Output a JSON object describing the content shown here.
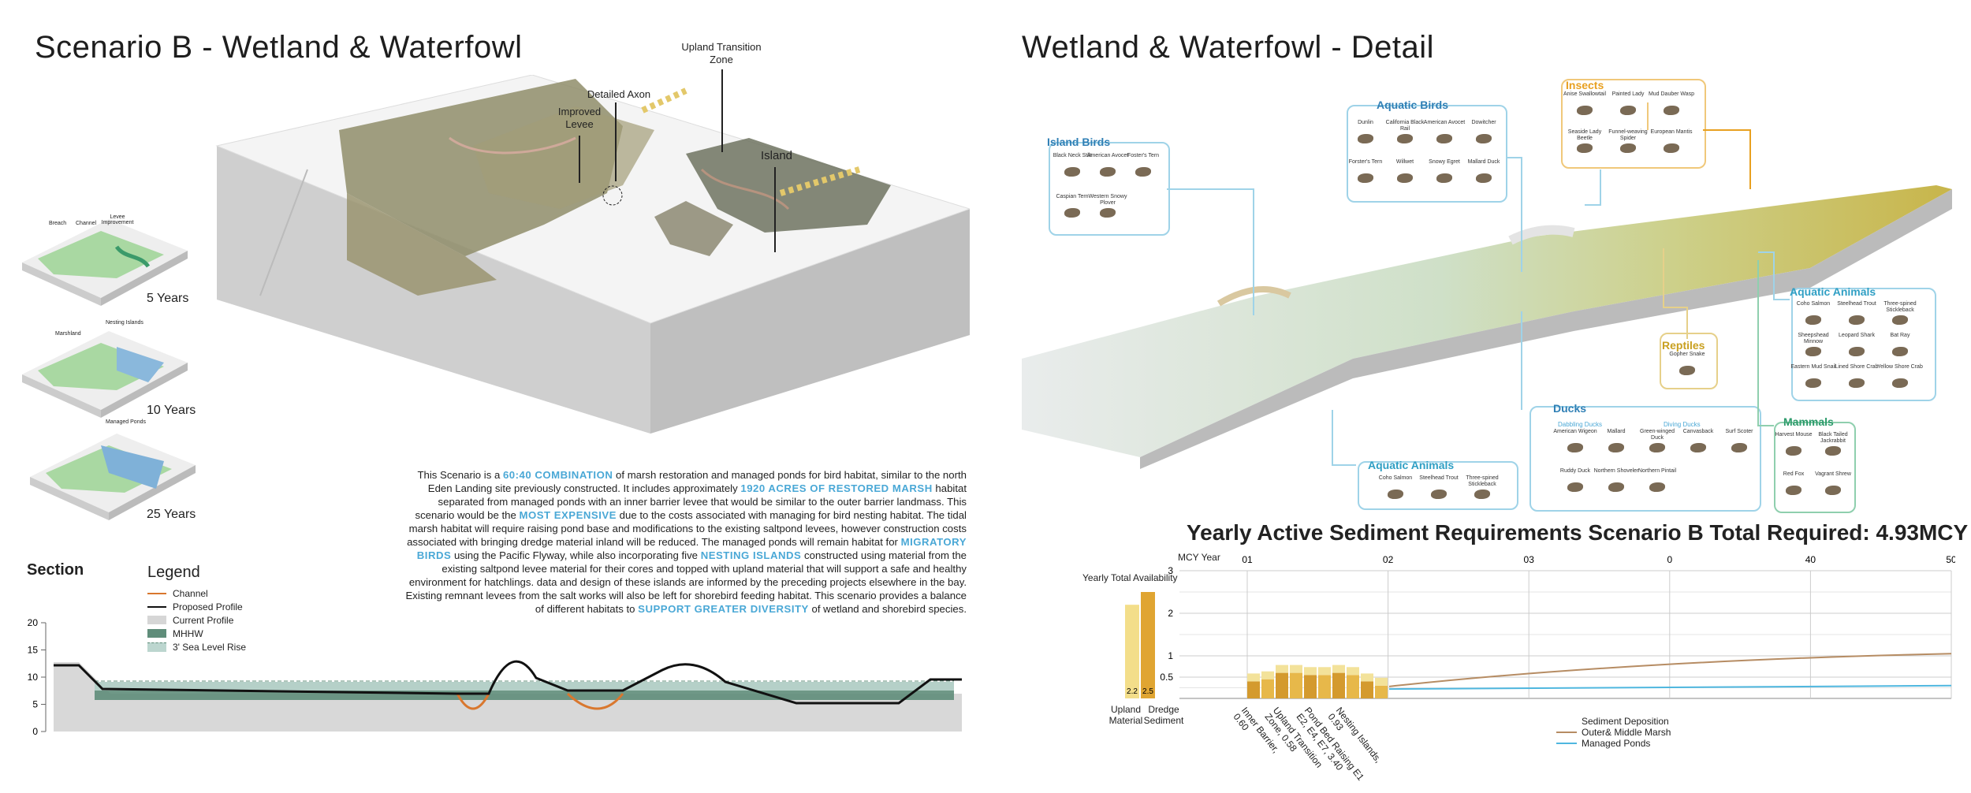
{
  "left": {
    "title": "Scenario B - Wetland & Waterfowl",
    "callouts": {
      "upland": "Upland Transition Zone",
      "axon": "Detailed Axon",
      "levee": "Improved Levee",
      "island": "Island"
    },
    "mini_maps": [
      {
        "years": "5 Years",
        "labels": [
          "Breach",
          "Channel",
          "Levee Improvement"
        ]
      },
      {
        "years": "10 Years",
        "labels": [
          "Marshland",
          "Nesting Islands"
        ]
      },
      {
        "years": "25 Years",
        "labels": [
          "Managed Ponds"
        ]
      }
    ],
    "paragraph": [
      {
        "t": "This Scenario is a "
      },
      {
        "t": "60:40 COMBINATION",
        "h": true
      },
      {
        "t": " of marsh restoration and managed ponds for bird habitat, similar to the north Eden Landing site previously constructed. It includes approximately "
      },
      {
        "t": "1920 ACRES OF RESTORED MARSH",
        "h": true
      },
      {
        "t": " habitat separated from managed ponds with an inner barrier levee that would be similar to the outer barrier landmass. This scenario would be the "
      },
      {
        "t": "MOST EXPENSIVE",
        "h": true
      },
      {
        "t": " due to the costs associated with managing for bird nesting habitat.  The tidal marsh habitat will require raising pond base and modifications to the existing saltpond levees, however construction costs associated with bringing dredge material inland will be reduced. The managed ponds will remain habitat for "
      },
      {
        "t": "MIGRATORY BIRDS",
        "h": true
      },
      {
        "t": " using the Pacific Flyway, while also incorporating five "
      },
      {
        "t": "NESTING ISLANDS",
        "h": true
      },
      {
        "t": " constructed using material from the existing saltpond levee material for their cores and topped with upland material that will support a safe and healthy environment for hatchlings. data and design of these islands are informed by the preceding projects elsewhere in the bay. Existing remnant levees from the salt works will also be left for shorebird feeding habitat. This scenario provides a balance of different habitats to "
      },
      {
        "t": "SUPPORT GREATER DIVERSITY",
        "h": true
      },
      {
        "t": " of wetland and shorebird species."
      }
    ],
    "section": {
      "title": "Section",
      "yticks": [
        "20",
        "15",
        "10",
        "5",
        "0"
      ]
    },
    "legend": {
      "title": "Legend",
      "items": [
        {
          "label": "Channel",
          "color": "#d9772e"
        },
        {
          "label": "Proposed Profile",
          "color": "#111111"
        },
        {
          "label": "Current Profile",
          "color": "#d6d6d6"
        },
        {
          "label": "MHHW",
          "color": "#5f8d7a"
        },
        {
          "label": "3' Sea Level Rise",
          "color": "#bcd6cf"
        }
      ]
    }
  },
  "right": {
    "title": "Wetland & Waterfowl - Detail",
    "cards": {
      "island_birds": {
        "title": "Island Birds",
        "color": "#2f7fb5",
        "species": [
          "Black Neck Stilt",
          "American Avocet",
          "Foster's Tern",
          "Caspian Tern",
          "Western Snowy Plover"
        ]
      },
      "aquatic_birds": {
        "title": "Aquatic Birds",
        "color": "#2f7fb5",
        "species": [
          "Dunlin",
          "California Black Rail",
          "American Avocet",
          "Dowitcher",
          "Forster's Tern",
          "Willwet",
          "Snowy Egret",
          "Mallard Duck"
        ]
      },
      "insects": {
        "title": "Insects",
        "color": "#e8a020",
        "species": [
          "Anise Swallowtail",
          "Painted Lady",
          "Mud Dauber Wasp",
          "Seaside Lady Beetle",
          "Funnel-weaving Spider",
          "European Mantis"
        ]
      },
      "aquatic_animals_right": {
        "title": "Aquatic Animals",
        "color": "#2f9fc4",
        "species": [
          "Coho Salmon",
          "Steelhead Trout",
          "Three-spined Stickleback",
          "Sheepshead Minnow",
          "Leopard Shark",
          "Bat Ray",
          "Eastern Mud Snail",
          "Lined Shore Crab",
          "Yellow Shore Crab"
        ]
      },
      "reptiles": {
        "title": "Reptiles",
        "color": "#c9a020",
        "species": [
          "Gopher Snake"
        ]
      },
      "ducks": {
        "title": "Ducks",
        "color": "#2f7fb5",
        "sub": [
          "Dabbling Ducks",
          "Diving Ducks"
        ],
        "species": [
          "American Wigeon",
          "Mallard",
          "Green-winged Duck",
          "Canvasback",
          "Surf Scoter",
          "Ruddy Duck",
          "Northern Shoveler",
          "Northern Pintail"
        ]
      },
      "mammals": {
        "title": "Mammals",
        "color": "#2b9a6a",
        "species": [
          "Harvest Mouse",
          "Black Tailed Jackrabbit",
          "Red Fox",
          "Vagrant Shrew"
        ]
      },
      "aquatic_animals_bottom": {
        "title": "Aquatic Animals",
        "color": "#2f9fc4",
        "species": [
          "Coho Salmon",
          "Steelhead Trout",
          "Three-spined Stickleback"
        ]
      }
    }
  },
  "sediment": {
    "title": "Yearly Active Sediment Requirements Scenario B Total Required: 4.93MCY",
    "mcy_label": "MCY Year",
    "avail_label": "Yearly Total Availability",
    "x_ticks": [
      "01",
      "02",
      "03",
      "0",
      "40",
      "50"
    ],
    "y_ticks": [
      "3",
      "2",
      "1",
      "0.5"
    ],
    "availability": [
      {
        "label": "Upland Material",
        "value": 2.2,
        "color": "#f3de8a"
      },
      {
        "label": "Dredge Sediment",
        "value": 2.5,
        "color": "#e0a532"
      }
    ],
    "bar_groups": [
      {
        "label": "Inner Barrier, 0.60"
      },
      {
        "label": "Upland Transition Zone, 0.58"
      },
      {
        "label": "Pond Bed Raising E1 E2, E4, E7, 3.40"
      },
      {
        "label": "Nesting Islands, 0.93"
      }
    ],
    "legend": [
      {
        "label": "Sediment Deposition",
        "color": "#d4a030"
      },
      {
        "label": "Outer& Middle Marsh",
        "color": "#b68c63"
      },
      {
        "label": "Managed Ponds",
        "color": "#4fb7df"
      }
    ]
  },
  "chart_data": {
    "type": "bar",
    "title": "Yearly Active Sediment Requirements Scenario B Total Required: 4.93MCY",
    "xlabel": "",
    "ylabel": "MCY Year",
    "ylim": [
      0,
      3
    ],
    "series": [
      {
        "name": "Sediment Deposition",
        "values": [
          0.4,
          0.45,
          0.6,
          0.6,
          0.55,
          0.55,
          0.6,
          0.55,
          0.4,
          0.3
        ]
      },
      {
        "name": "Upland Material",
        "values": [
          2.2
        ]
      },
      {
        "name": "Dredge Sediment",
        "values": [
          2.5
        ]
      }
    ]
  }
}
